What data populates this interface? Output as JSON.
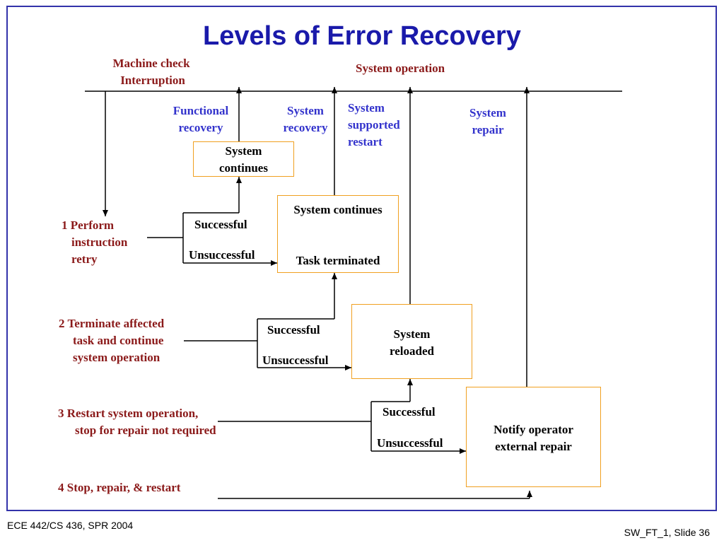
{
  "title": "Levels of Error Recovery",
  "top": {
    "machine_check_1": "Machine check",
    "machine_check_2": "Interruption",
    "system_operation": "System operation"
  },
  "recovery_types": {
    "functional_1": "Functional",
    "functional_2": "recovery",
    "system_recovery_1": "System",
    "system_recovery_2": "recovery",
    "supported_1": "System",
    "supported_2": "supported",
    "supported_3": "restart",
    "repair_1": "System",
    "repair_2": "repair"
  },
  "boxes": {
    "box1_line1": "System",
    "box1_line2": "continues",
    "box2_line1": "System continues",
    "box2_line2": "Task terminated",
    "box3_line1": "System",
    "box3_line2": "reloaded",
    "box4_line1": "Notify operator",
    "box4_line2": "external repair"
  },
  "levels": {
    "l1_1": "1 Perform",
    "l1_2": "instruction",
    "l1_3": "retry",
    "l2_1": "2 Terminate affected",
    "l2_2": "task and continue",
    "l2_3": "system operation",
    "l3_1": "3 Restart system operation,",
    "l3_2": "stop for repair not required",
    "l4_1": "4 Stop, repair, & restart"
  },
  "outcomes": {
    "successful": "Successful",
    "unsuccessful": "Unsuccessful"
  },
  "footer": {
    "course": "ECE 442/CS 436, SPR 2004",
    "slide": "SW_FT_1, Slide 36"
  },
  "colors": {
    "title": "#1a1aaa",
    "maroon_text": "#8b1a1a",
    "blue_text": "#3333cc",
    "box_border": "#f0a020",
    "frame": "#3333aa"
  }
}
